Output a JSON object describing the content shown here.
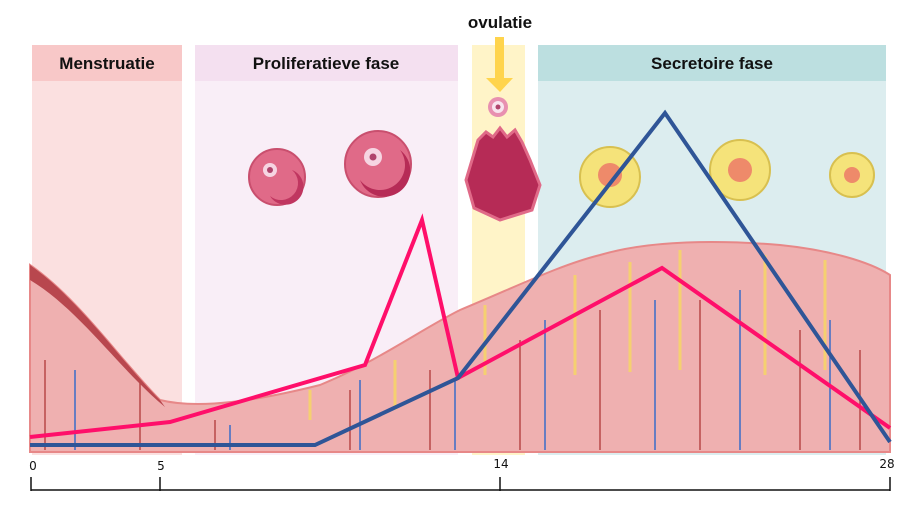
{
  "phases": {
    "menstruation": "Menstruatie",
    "proliferative": "Proliferatieve fase",
    "ovulation": "ovulatie",
    "secretory": "Secretoire fase"
  },
  "axis": {
    "ticks": [
      "0",
      "5",
      "14",
      "28"
    ]
  },
  "colors": {
    "estrogen_line": "#ff0f6a",
    "progesterone_line": "#2f5597",
    "menstruation_header": "#f8c8c8",
    "proliferative_header": "#f4e0f0",
    "ovulation_band": "#fff4c8",
    "secretory_header": "#bcdfe0"
  }
}
